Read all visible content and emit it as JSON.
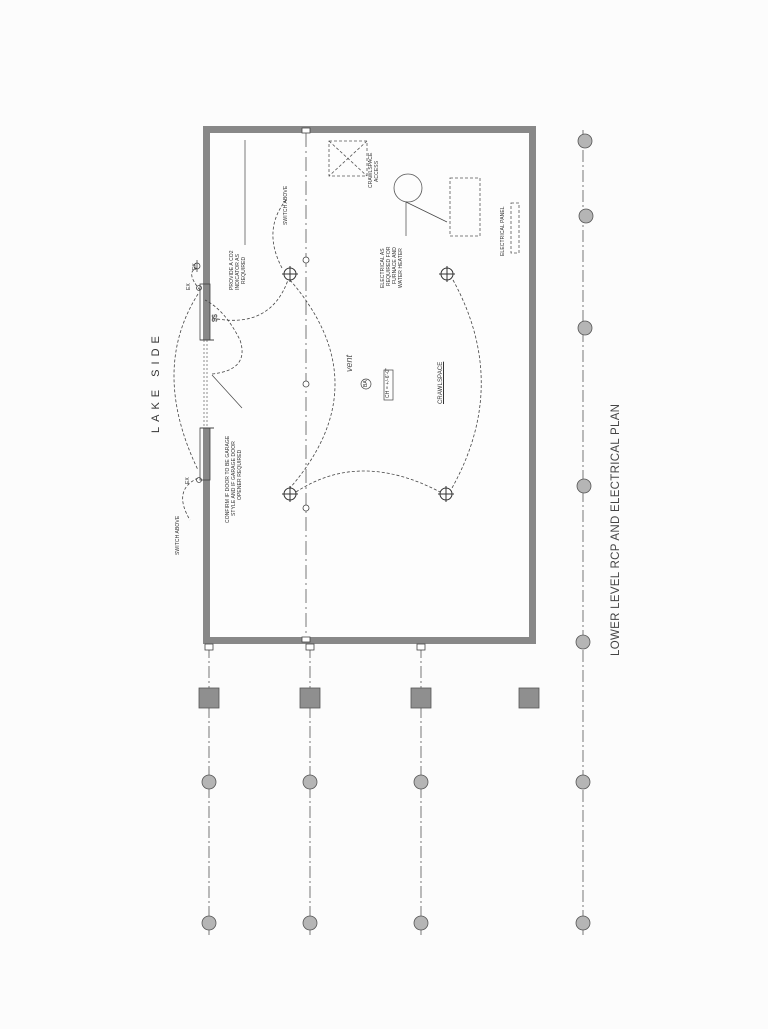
{
  "plan": {
    "title": "LOWER LEVEL RCP AND ELECTRICAL PLAN",
    "lake_side": "LAKE SIDE",
    "room_label": "CRAWLSPACE",
    "ceiling_tag": "CH = +/-6'-0\"",
    "fixture_tag": "BA",
    "handwritten_note": "vent"
  },
  "notes": {
    "switch_above_1": "SWITCH ABOVE",
    "switch_above_2": "SWITCH ABOVE",
    "co2_line1": "PROVIDE A CO2",
    "co2_line2": "INDICATOR AS",
    "co2_line3": "REQUIRED",
    "garage_line1": "CONFIRM IF DOOR TO BE GARAGE",
    "garage_line2": "STYLE AND IF GARAGE DOOR",
    "garage_line3": "OPENER REQUIRED",
    "elec_line1": "ELECTRICAL AS",
    "elec_line2": "REQUIRED FOR",
    "elec_line3": "FURNACE AND",
    "elec_line4": "WATER HEATER",
    "panel": "ELECTRICAL PANEL",
    "access_line1": "CRAWLSPACE",
    "access_line2": "ACCESS",
    "ex1": "EX",
    "ex2": "EX",
    "ex3": "EX",
    "switch_mark": "$$"
  },
  "colors": {
    "wall": "#8a8a8a",
    "line": "#444444",
    "grid_bubble": "#b5b5b5",
    "column": "#8f8f8f"
  }
}
